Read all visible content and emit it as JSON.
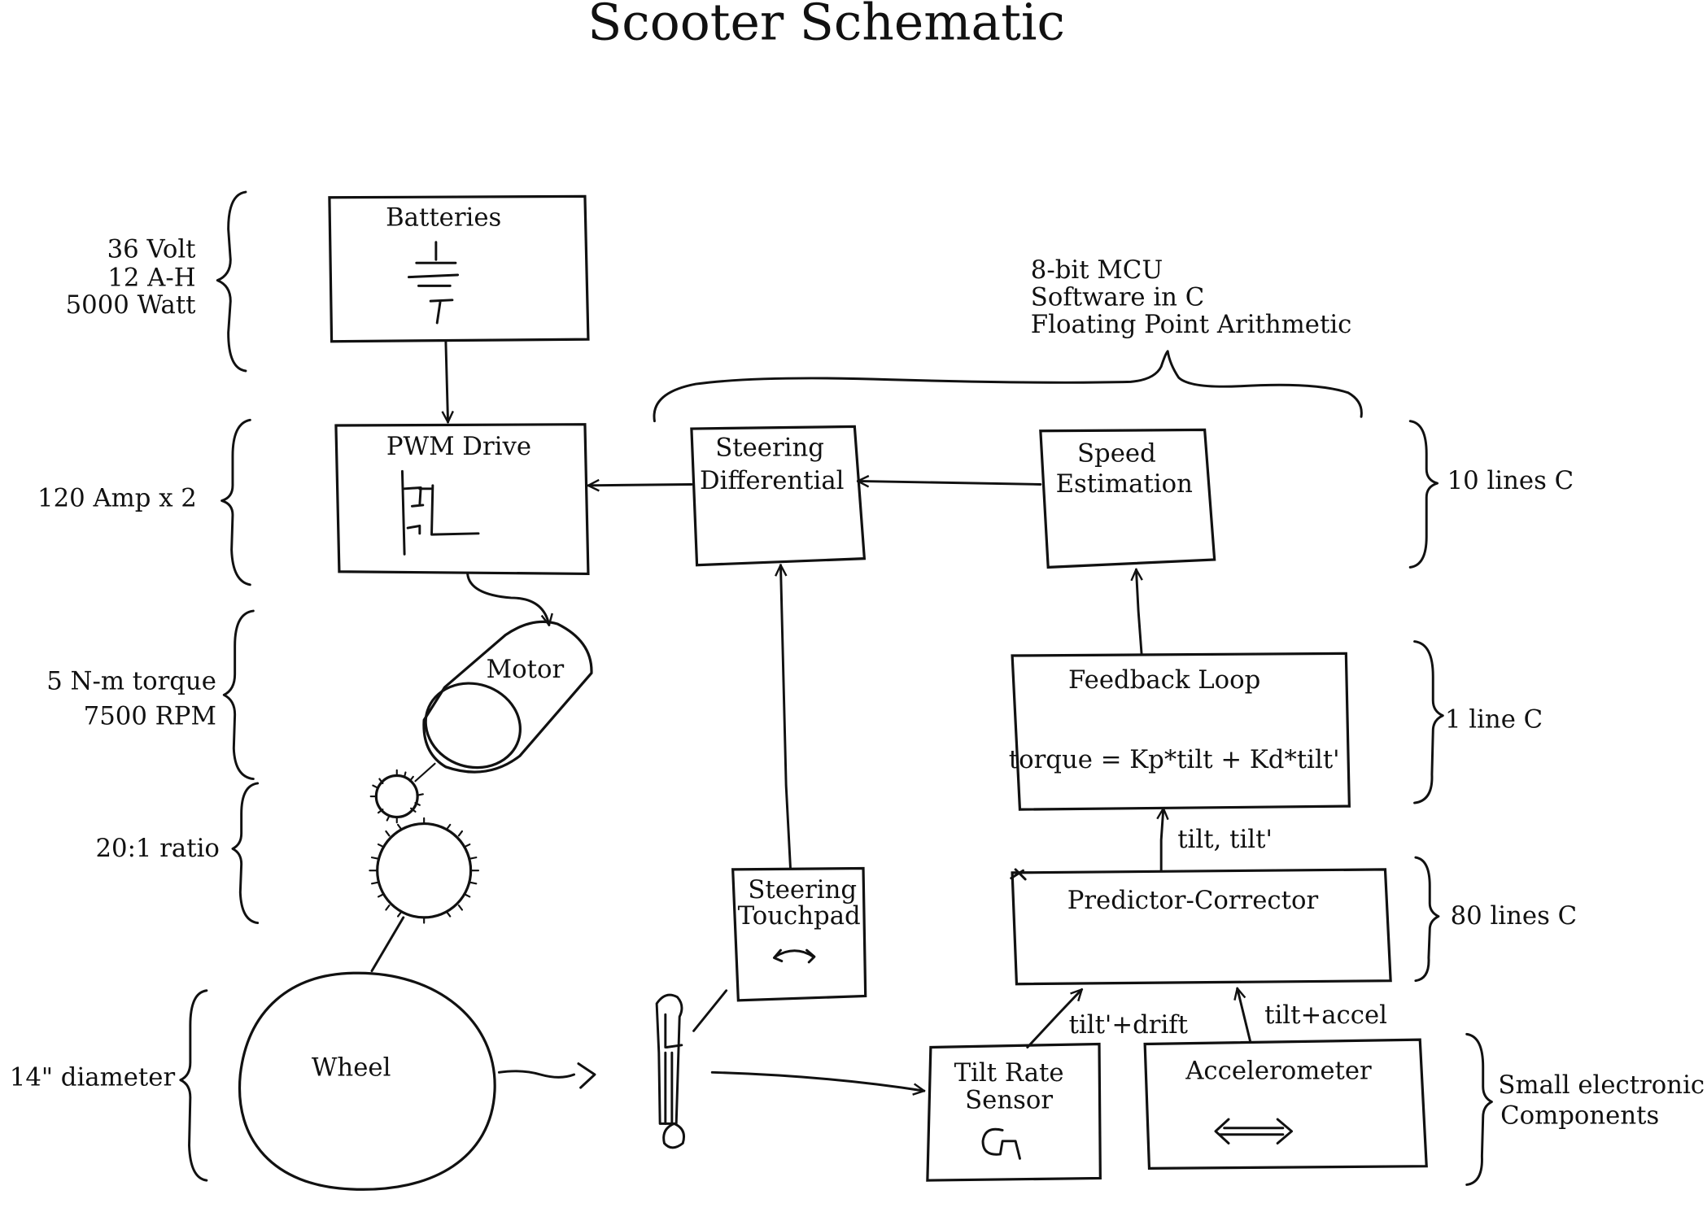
{
  "title": "Scooter Schematic",
  "blocks": {
    "batteries": "Batteries",
    "pwm_drive": "PWM Drive",
    "motor": "Motor",
    "wheel": "Wheel",
    "steering_differential": [
      "Steering",
      "Differential"
    ],
    "speed_estimation": [
      "Speed",
      "Estimation"
    ],
    "feedback_loop": "Feedback Loop",
    "feedback_equation": "torque = Kp*tilt + Kd*tilt'",
    "steering_touchpad": [
      "Steering",
      "Touchpad"
    ],
    "predictor_corrector": "Predictor-Corrector",
    "tilt_rate_sensor": [
      "Tilt Rate",
      "Sensor"
    ],
    "accelerometer": "Accelerometer"
  },
  "left_notes": {
    "batteries": [
      "36 Volt",
      "12 A-H",
      "5000 Watt"
    ],
    "pwm_drive": "120 Amp x 2",
    "motor": [
      "5 N-m torque",
      "7500 RPM"
    ],
    "gears": "20:1 ratio",
    "wheel": "14\" diameter"
  },
  "right_notes": {
    "mcu": [
      "8-bit MCU",
      "Software in C",
      "Floating Point Arithmetic"
    ],
    "top_blocks": "10 lines C",
    "feedback": "1 line C",
    "predictor": "80 lines C",
    "sensors": [
      "Small electronic",
      "Components"
    ]
  },
  "signals": {
    "tilt_out": "tilt, tilt'",
    "tilt_rate_out": "tilt'+drift",
    "accel_out": "tilt+accel"
  }
}
